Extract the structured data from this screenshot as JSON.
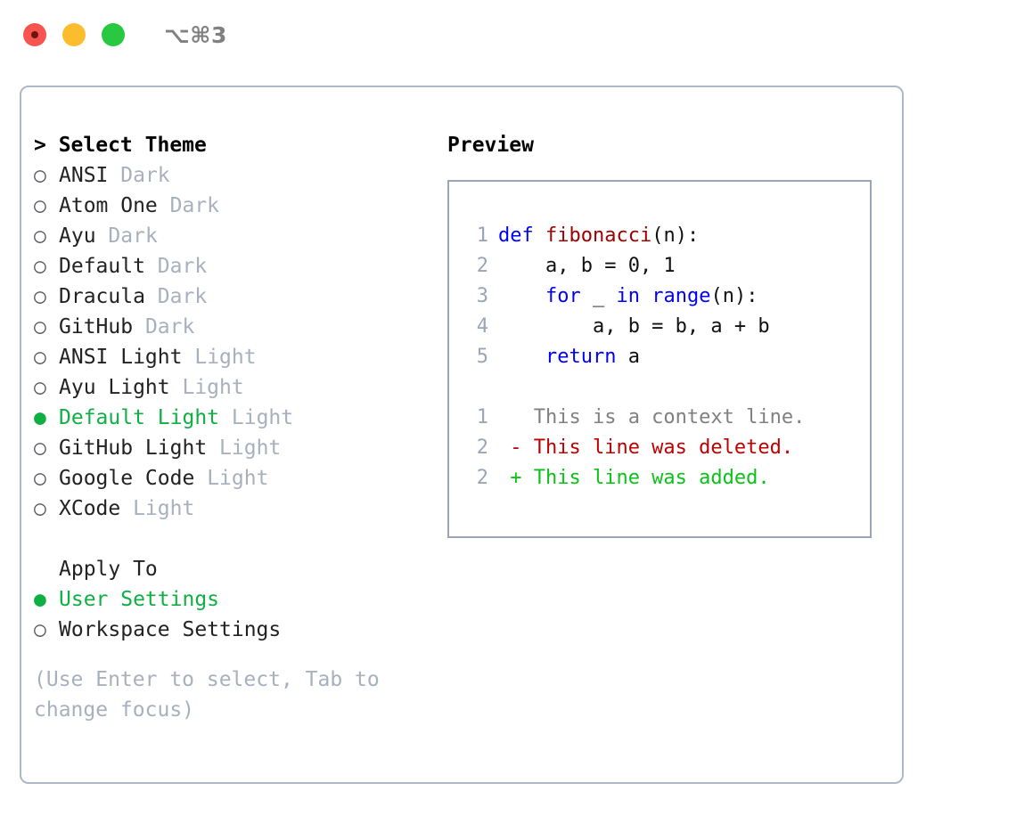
{
  "titlebar": {
    "shortcut": "⌥⌘3",
    "buttons": [
      "close",
      "minimize",
      "maximize"
    ]
  },
  "theme_list": {
    "header": "> Select Theme",
    "items": [
      {
        "marker": "○",
        "label": "ANSI",
        "variant": "Dark",
        "selected": false
      },
      {
        "marker": "○",
        "label": "Atom One",
        "variant": "Dark",
        "selected": false
      },
      {
        "marker": "○",
        "label": "Ayu",
        "variant": "Dark",
        "selected": false
      },
      {
        "marker": "○",
        "label": "Default",
        "variant": "Dark",
        "selected": false
      },
      {
        "marker": "○",
        "label": "Dracula",
        "variant": "Dark",
        "selected": false
      },
      {
        "marker": "○",
        "label": "GitHub",
        "variant": "Dark",
        "selected": false
      },
      {
        "marker": "○",
        "label": "ANSI Light",
        "variant": "Light",
        "selected": false
      },
      {
        "marker": "○",
        "label": "Ayu Light",
        "variant": "Light",
        "selected": false
      },
      {
        "marker": "●",
        "label": "Default Light",
        "variant": "Light",
        "selected": true
      },
      {
        "marker": "○",
        "label": "GitHub Light",
        "variant": "Light",
        "selected": false
      },
      {
        "marker": "○",
        "label": "Google Code",
        "variant": "Light",
        "selected": false
      },
      {
        "marker": "○",
        "label": "XCode",
        "variant": "Light",
        "selected": false
      }
    ]
  },
  "apply_to": {
    "header": "Apply To",
    "items": [
      {
        "marker": "●",
        "label": "User Settings",
        "selected": true
      },
      {
        "marker": "○",
        "label": "Workspace Settings",
        "selected": false
      }
    ]
  },
  "hint": "(Use Enter to select, Tab to change focus)",
  "preview": {
    "title": "Preview",
    "code_lines": [
      {
        "no": "1",
        "tokens": [
          {
            "t": "def ",
            "c": "kw"
          },
          {
            "t": "fibonacci",
            "c": "fn"
          },
          {
            "t": "(n):",
            "c": "pl"
          }
        ]
      },
      {
        "no": "2",
        "tokens": [
          {
            "t": "    a, b = 0, 1",
            "c": "pl"
          }
        ]
      },
      {
        "no": "3",
        "tokens": [
          {
            "t": "    ",
            "c": "pl"
          },
          {
            "t": "for",
            "c": "kw"
          },
          {
            "t": " _ ",
            "c": "pl"
          },
          {
            "t": "in",
            "c": "kw"
          },
          {
            "t": " ",
            "c": "pl"
          },
          {
            "t": "range",
            "c": "kw"
          },
          {
            "t": "(n):",
            "c": "pl"
          }
        ]
      },
      {
        "no": "4",
        "tokens": [
          {
            "t": "        a, b = b, a + b",
            "c": "pl"
          }
        ]
      },
      {
        "no": "5",
        "tokens": [
          {
            "t": "    ",
            "c": "pl"
          },
          {
            "t": "return",
            "c": "kw"
          },
          {
            "t": " a",
            "c": "pl"
          }
        ]
      }
    ],
    "diff_lines": [
      {
        "no": "1",
        "text": "   This is a context line.",
        "kind": "ctx"
      },
      {
        "no": "2",
        "text": " - This line was deleted.",
        "kind": "del"
      },
      {
        "no": "2",
        "text": " + This line was added.",
        "kind": "add"
      }
    ]
  },
  "colors": {
    "accent_green": "#0faf43",
    "dim_gray": "#a8b0bd",
    "border": "#aeb7c4",
    "preview_border": "#9aa5b5",
    "keyword_blue": "#0000ff",
    "function_red": "#a00000",
    "diff_delete": "#c00000",
    "diff_add": "#0bc219",
    "diff_context": "#808080"
  }
}
